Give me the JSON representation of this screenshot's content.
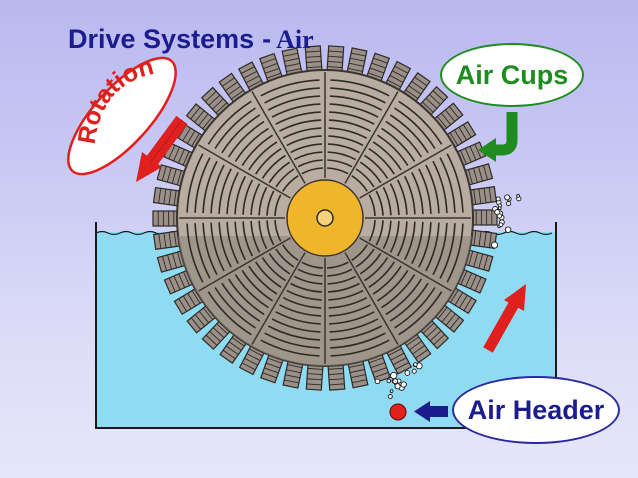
{
  "title": {
    "main": "Drive Systems",
    "separator": "-",
    "sub": "Air"
  },
  "labels": {
    "rotation": "Rotation",
    "air_cups": "Air Cups",
    "air_header": "Air Header"
  },
  "colors": {
    "background": "#c9c9f4",
    "title": "#1c1c8e",
    "water": "#8fdcf2",
    "rotation": "#e0201f",
    "air_cups": "#1e8c1e",
    "air_header": "#2a2aa0",
    "disc": "#b9aca0",
    "hub": "#f0b52a"
  },
  "icons": [
    "rotation-arrow-icon",
    "air-cups-arrow-icon",
    "air-header-arrow-icon",
    "rising-air-arrow-icon",
    "air-header-nozzle-icon",
    "hub-axle-icon"
  ]
}
